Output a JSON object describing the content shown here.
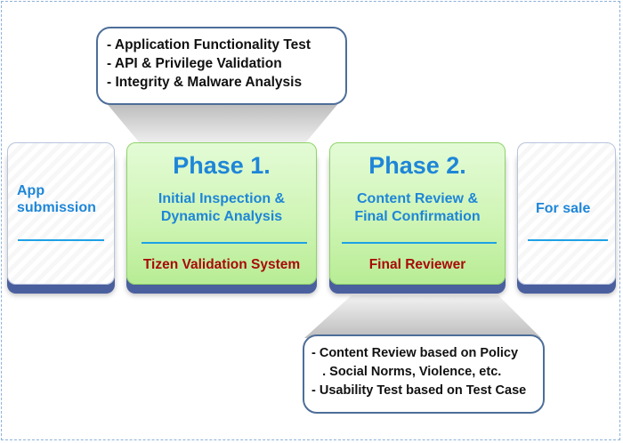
{
  "top_callout": {
    "lines": [
      "- Application Functionality Test",
      "- API & Privilege Validation",
      "- Integrity & Malware Analysis"
    ]
  },
  "cards": {
    "submission": {
      "label_line1": "App",
      "label_line2": "submission"
    },
    "phase1": {
      "title": "Phase 1.",
      "subtitle_line1": "Initial Inspection &",
      "subtitle_line2": "Dynamic Analysis",
      "owner": "Tizen  Validation System"
    },
    "phase2": {
      "title": "Phase 2.",
      "subtitle_line1": "Content Review &",
      "subtitle_line2": "Final Confirmation",
      "owner": "Final Reviewer"
    },
    "sale": {
      "label": "For sale"
    }
  },
  "bottom_callout": {
    "lines": [
      "- Content Review based on Policy",
      "   . Social Norms, Violence, etc.",
      "- Usability Test based on Test Case"
    ]
  },
  "colors": {
    "title_blue": "#1e86d8",
    "owner_red": "#a80a0a",
    "card_shadow": "#4a5f9e",
    "callout_border": "#4d6e99",
    "green_fill": "#cff5b5"
  }
}
